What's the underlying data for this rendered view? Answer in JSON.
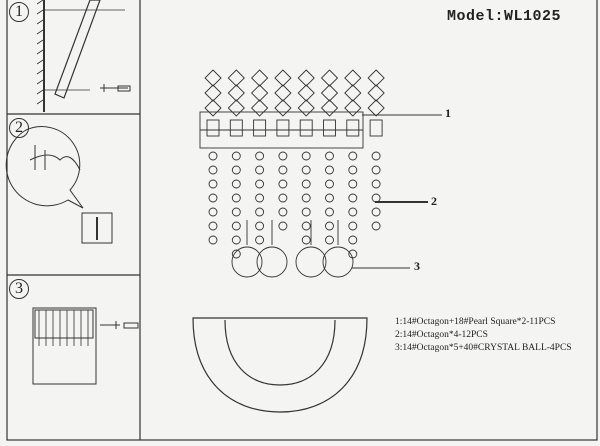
{
  "model_label": "Model:WL1025",
  "steps": [
    "1",
    "2",
    "3"
  ],
  "callouts": [
    "1",
    "2",
    "3"
  ],
  "parts_list": [
    "1:14#Octagon+18#Pearl Square*2-11PCS",
    "2:14#Octagon*4-12PCS",
    "3:14#Octagon*5+40#CRYSTAL BALL-4PCS"
  ],
  "colors": {
    "ink": "#2a2a2a",
    "paper": "#f4f4f2"
  }
}
